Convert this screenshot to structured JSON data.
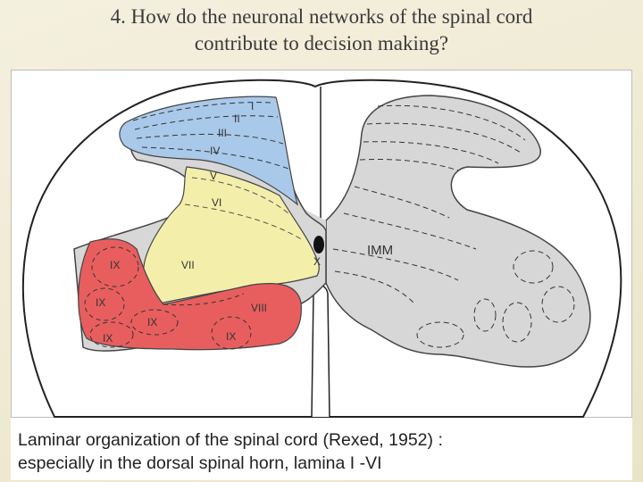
{
  "title": {
    "line1": "4. How do the neuronal networks of the spinal cord",
    "line2": "contribute to decision making?"
  },
  "diagram": {
    "labels": {
      "lamina_1": "I",
      "lamina_2": "II",
      "lamina_3": "III",
      "lamina_4": "IV",
      "lamina_5": "V",
      "lamina_6": "VI",
      "lamina_7": "VII",
      "lamina_8": "VIII",
      "lamina_9a": "IX",
      "lamina_9b": "IX",
      "lamina_9c": "IX",
      "lamina_9d": "IX",
      "lamina_9e": "IX",
      "lamina_10": "X",
      "imm": "IMM"
    },
    "colors": {
      "dorsal_horn": "#a9c9ea",
      "intermediate": "#f3efaa",
      "ventral_horn": "#e85e5e",
      "gray_matter": "#d7d7d7",
      "white_matter": "#ffffff"
    }
  },
  "caption": {
    "line1": "Laminar organization of the spinal cord (Rexed, 1952) :",
    "line2": "especially in the dorsal spinal horn, lamina I -VI"
  }
}
